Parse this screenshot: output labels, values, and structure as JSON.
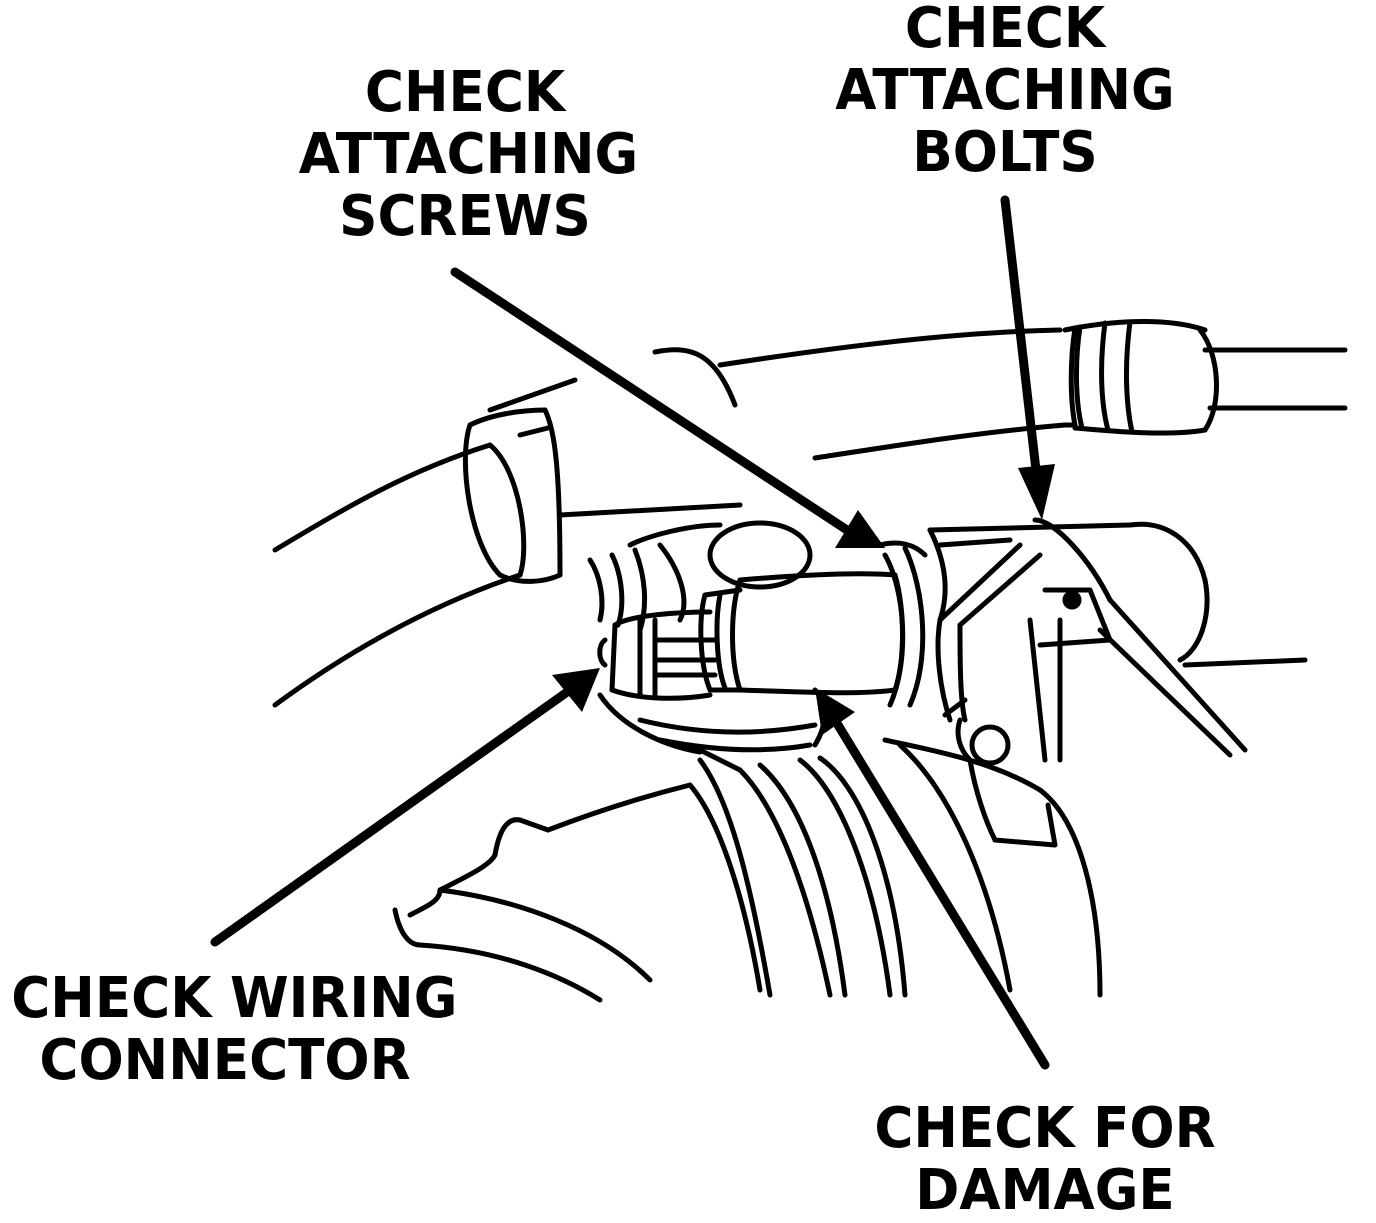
{
  "colors": {
    "ink": "#000000",
    "paper": "#ffffff"
  },
  "labels": {
    "screws": [
      "CHECK",
      "ATTACHING",
      "SCREWS"
    ],
    "bolts": [
      "CHECK",
      "ATTACHING",
      "BOLTS"
    ],
    "wiring": [
      "CHECK WIRING",
      "CONNECTOR"
    ],
    "damage": [
      "CHECK FOR",
      "DAMAGE"
    ]
  }
}
